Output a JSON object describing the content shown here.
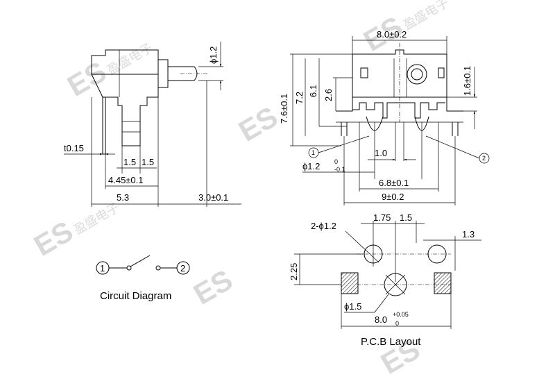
{
  "side_view": {
    "dim_pin_dia": "ϕ1.2",
    "dim_t": "t0.15",
    "dim_pitch_a": "1.5",
    "dim_pitch_b": "1.5",
    "dim_depth": "4.45±0.1",
    "dim_width": "5.3",
    "dim_travel": "3.0±0.1"
  },
  "front_view": {
    "dim_top": "8.0±0.2",
    "dim_h1": "7.6±0.1",
    "dim_h2": "7.2",
    "dim_h3": "6.1",
    "dim_h4": "2.6",
    "dim_h5": "1.6±0.1",
    "dim_pin_gap": "1.0",
    "dim_pin_dia": "ϕ1.2",
    "dim_pin_dia_tol_top": "0",
    "dim_pin_dia_tol_bot": "-0.1",
    "dim_span": "6.8±0.1",
    "dim_total": "9±0.2",
    "pin_label_1": "1",
    "pin_label_2": "2"
  },
  "circuit": {
    "pin_1": "1",
    "pin_2": "2",
    "caption": "Circuit Diagram"
  },
  "pcb": {
    "holes_label": "2-ϕ1.2",
    "dim_a": "1.75",
    "dim_b": "1.5",
    "dim_c": "1.3",
    "dim_v": "2.25",
    "dim_hole": "ϕ1.5",
    "dim_width": "8.0",
    "dim_width_tol_top": "+0.05",
    "dim_width_tol_bot": "0",
    "caption": "P.C.B Layout"
  },
  "watermark": {
    "logo": "ES",
    "chars": "盈盛电子"
  }
}
